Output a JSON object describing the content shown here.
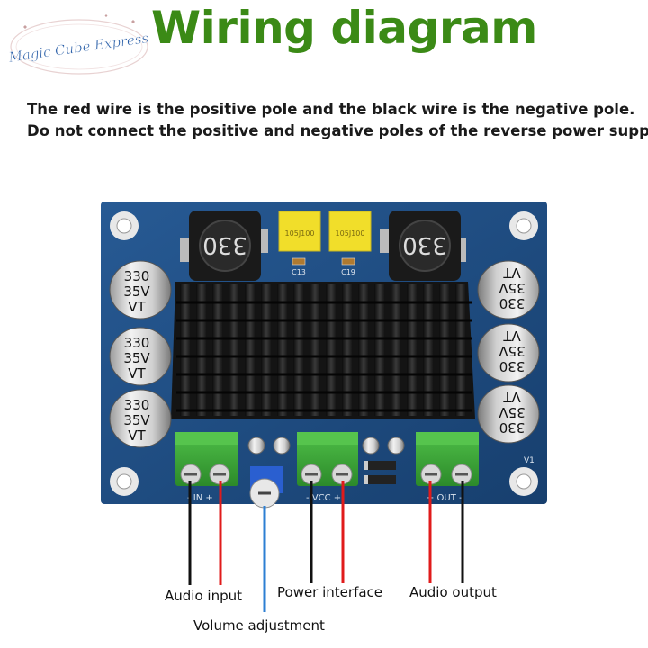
{
  "logo": {
    "text": "Magic Cube Express"
  },
  "title": "Wiring diagram",
  "notes": [
    "The red wire is the positive pole and the black wire is the negative pole.",
    "Do not connect the positive and negative poles of the reverse power supply."
  ],
  "board": {
    "inductor_marking": "330",
    "film_cap_marking": "105J100",
    "smd_labels": [
      "C13",
      "C19"
    ],
    "electrolytic_caps": {
      "value": "330",
      "voltage": "35V",
      "series": "VT"
    },
    "silk_v1": "V1",
    "terminal_silk": {
      "input": "- IN +",
      "power": "- VCC +",
      "output": "+ OUT -"
    }
  },
  "labels": {
    "audio_input": "Audio input",
    "power_interface": "Power interface",
    "audio_output": "Audio output",
    "volume_adjustment": "Volume adjustment"
  },
  "colors": {
    "title_green": "#3b8a16",
    "pcb_blue": "#1f4f86",
    "wire_red": "#e01b1b",
    "wire_black": "#111111",
    "wire_blue": "#2d7fd3",
    "terminal_green": "#3fa53a"
  }
}
